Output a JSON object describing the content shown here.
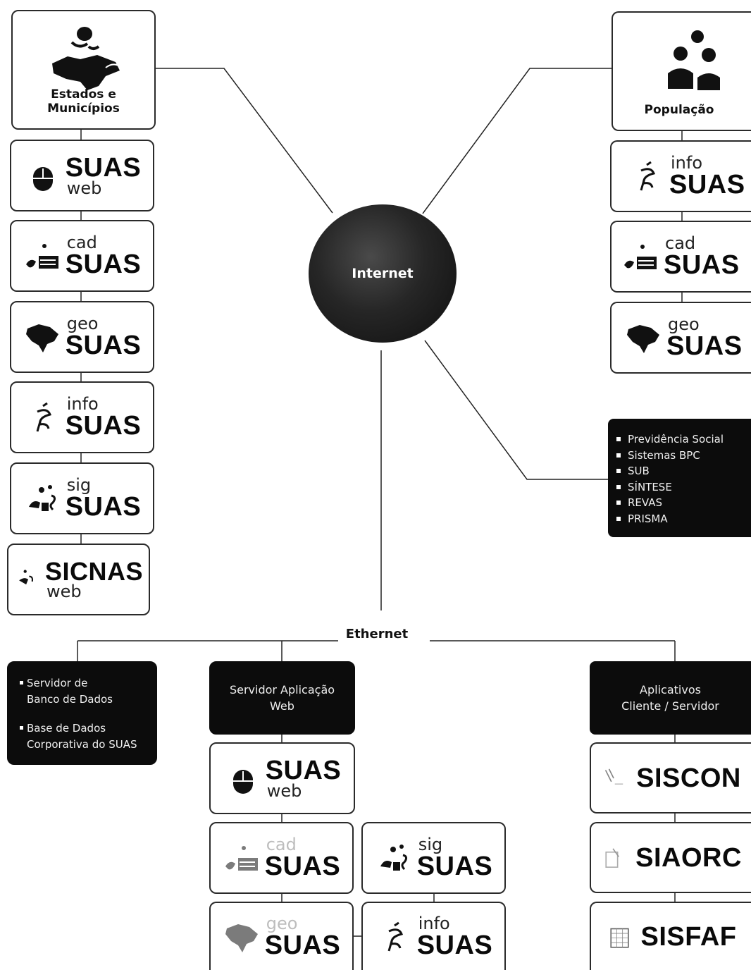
{
  "actors": {
    "states": "Estados e Municípios",
    "population": "População"
  },
  "hubs": {
    "internet": "Internet",
    "ethernet": "Ethernet"
  },
  "logos": {
    "suas_web": {
      "big": "SUAS",
      "post": "web"
    },
    "cad_suas": {
      "pre": "cad",
      "big": "SUAS"
    },
    "geo_suas": {
      "pre": "geo",
      "big": "SUAS"
    },
    "info_suas": {
      "pre": "info",
      "big": "SUAS"
    },
    "sig_suas": {
      "pre": "sig",
      "big": "SUAS"
    },
    "sicnas_web": {
      "big": "SICNAS",
      "post": "web"
    },
    "siscon": "SISCON",
    "siaorc": "SIAORC",
    "sisfaf": "SISFAF"
  },
  "external_systems": [
    "Previdência Social",
    "Sistemas BPC",
    "SUB",
    "SÍNTESE",
    "REVAS",
    "PRISMA"
  ],
  "servers": {
    "database": {
      "line1": "Servidor de",
      "line2": "Banco de Dados",
      "line3": "Base de Dados",
      "line4": "Corporativa do SUAS"
    },
    "web_app": {
      "line1": "Servidor Aplicação",
      "line2": "Web"
    },
    "client_server": {
      "line1": "Aplicativos",
      "line2": "Cliente / Servidor"
    }
  }
}
